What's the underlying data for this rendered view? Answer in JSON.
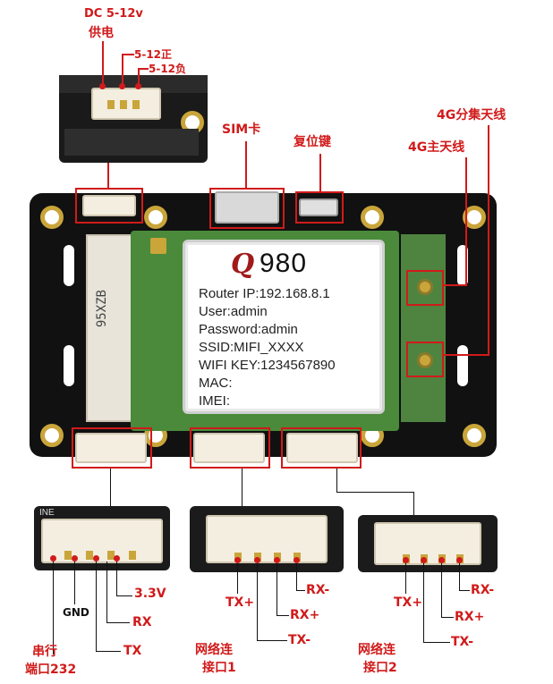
{
  "labels": {
    "dc_power": "DC 5-12v",
    "power_supply": "供电",
    "pos": "5-12正",
    "neg": "5-12负",
    "sim": "SIM卡",
    "reset": "复位键",
    "ant_div": "4G分集天线",
    "ant_main": "4G主天线",
    "serial_line1": "串行",
    "serial_line2": "端口232",
    "net1_line1": "网络连",
    "net1_line2": "接口1",
    "net2_line1": "网络连",
    "net2_line2": "接口2"
  },
  "serial_pins": {
    "gnd": "GND",
    "rx": "RX",
    "tx": "TX",
    "v33": "3.3V"
  },
  "net1_pins": {
    "tx_plus": "TX+",
    "rx_minus": "RX-",
    "rx_plus": "RX+",
    "tx_minus": "TX-"
  },
  "net2_pins": {
    "tx_plus": "TX+",
    "rx_minus": "RX-",
    "rx_plus": "RX+",
    "tx_minus": "TX-"
  },
  "module_label": {
    "model": "980",
    "router_ip": "Router IP:192.168.8.1",
    "user": "User:admin",
    "password": "Password:admin",
    "ssid": "SSID:MIFI_XXXX",
    "wifi_key": "WIFI KEY:1234567890",
    "mac": "MAC:",
    "imei": "IMEI:"
  },
  "board_text": {
    "side_marking": "95XZB",
    "serial_silk": "INE"
  },
  "colors": {
    "annotation_red": "#d11a1a",
    "pcb_black": "#111111",
    "pcb_gold": "#c9a53a",
    "module_green": "#4a8a3a"
  }
}
